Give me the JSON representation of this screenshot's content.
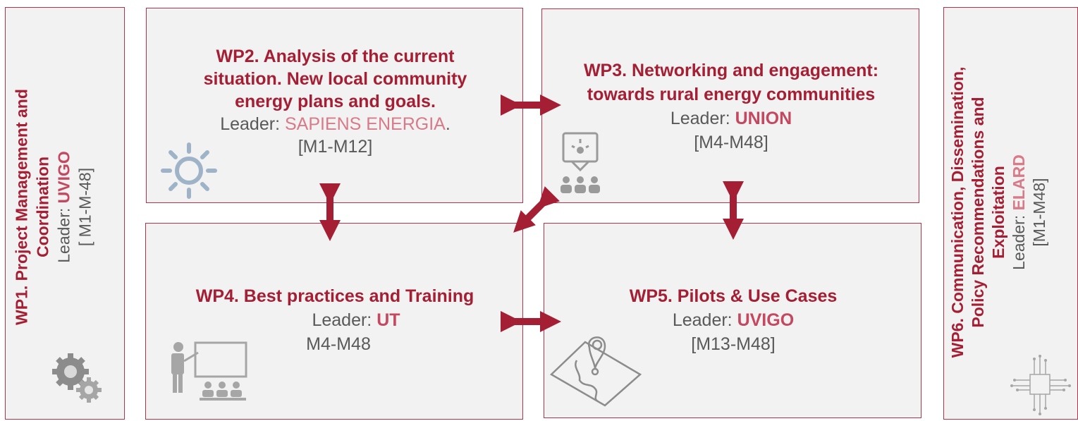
{
  "wp1": {
    "title_line1": "WP1. Project Management and",
    "title_line2": "Coordination",
    "leader_prefix": "Leader: ",
    "leader_name": "UVIGO",
    "period": "[ M1-M-48]",
    "icon": "gears-icon"
  },
  "wp2": {
    "title_line1": "WP2. Analysis of the current",
    "title_line2": "situation. New local community",
    "title_line3": "energy plans  and goals.",
    "leader_prefix": "Leader: ",
    "leader_name": "SAPIENS ENERGIA",
    "leader_suffix": ".",
    "period": "[M1-M12]",
    "icon": "sun-icon"
  },
  "wp3": {
    "title_line1": "WP3. Networking and engagement:",
    "title_line2": "towards rural energy communities",
    "leader_prefix": "Leader: ",
    "leader_name": "UNION",
    "period": "[M4-M48]",
    "icon": "presentation-audience-icon"
  },
  "wp4": {
    "title": "WP4. Best practices and Training",
    "leader_prefix": "Leader: ",
    "leader_name": "UT",
    "period": "M4-M48",
    "icon": "training-icon"
  },
  "wp5": {
    "title": "WP5. Pilots & Use Cases",
    "leader_prefix": "Leader: ",
    "leader_name": "UVIGO",
    "period": "[M13-M48]",
    "icon": "map-pin-icon"
  },
  "wp6": {
    "title_line1": "WP6. Communication, Dissemination,",
    "title_line2": "Policy Recommendations  and",
    "title_line3": "Exploitation",
    "leader_prefix": "Leader: ",
    "leader_name": "ELARD",
    "period": "[M1-M48]",
    "icon": "circuit-chip-icon"
  },
  "colors": {
    "border": "#b5324b",
    "title": "#a41f34",
    "arrow": "#a41f34",
    "leader_highlight": "#c4485f",
    "box_fill": "#f2f2f2"
  }
}
